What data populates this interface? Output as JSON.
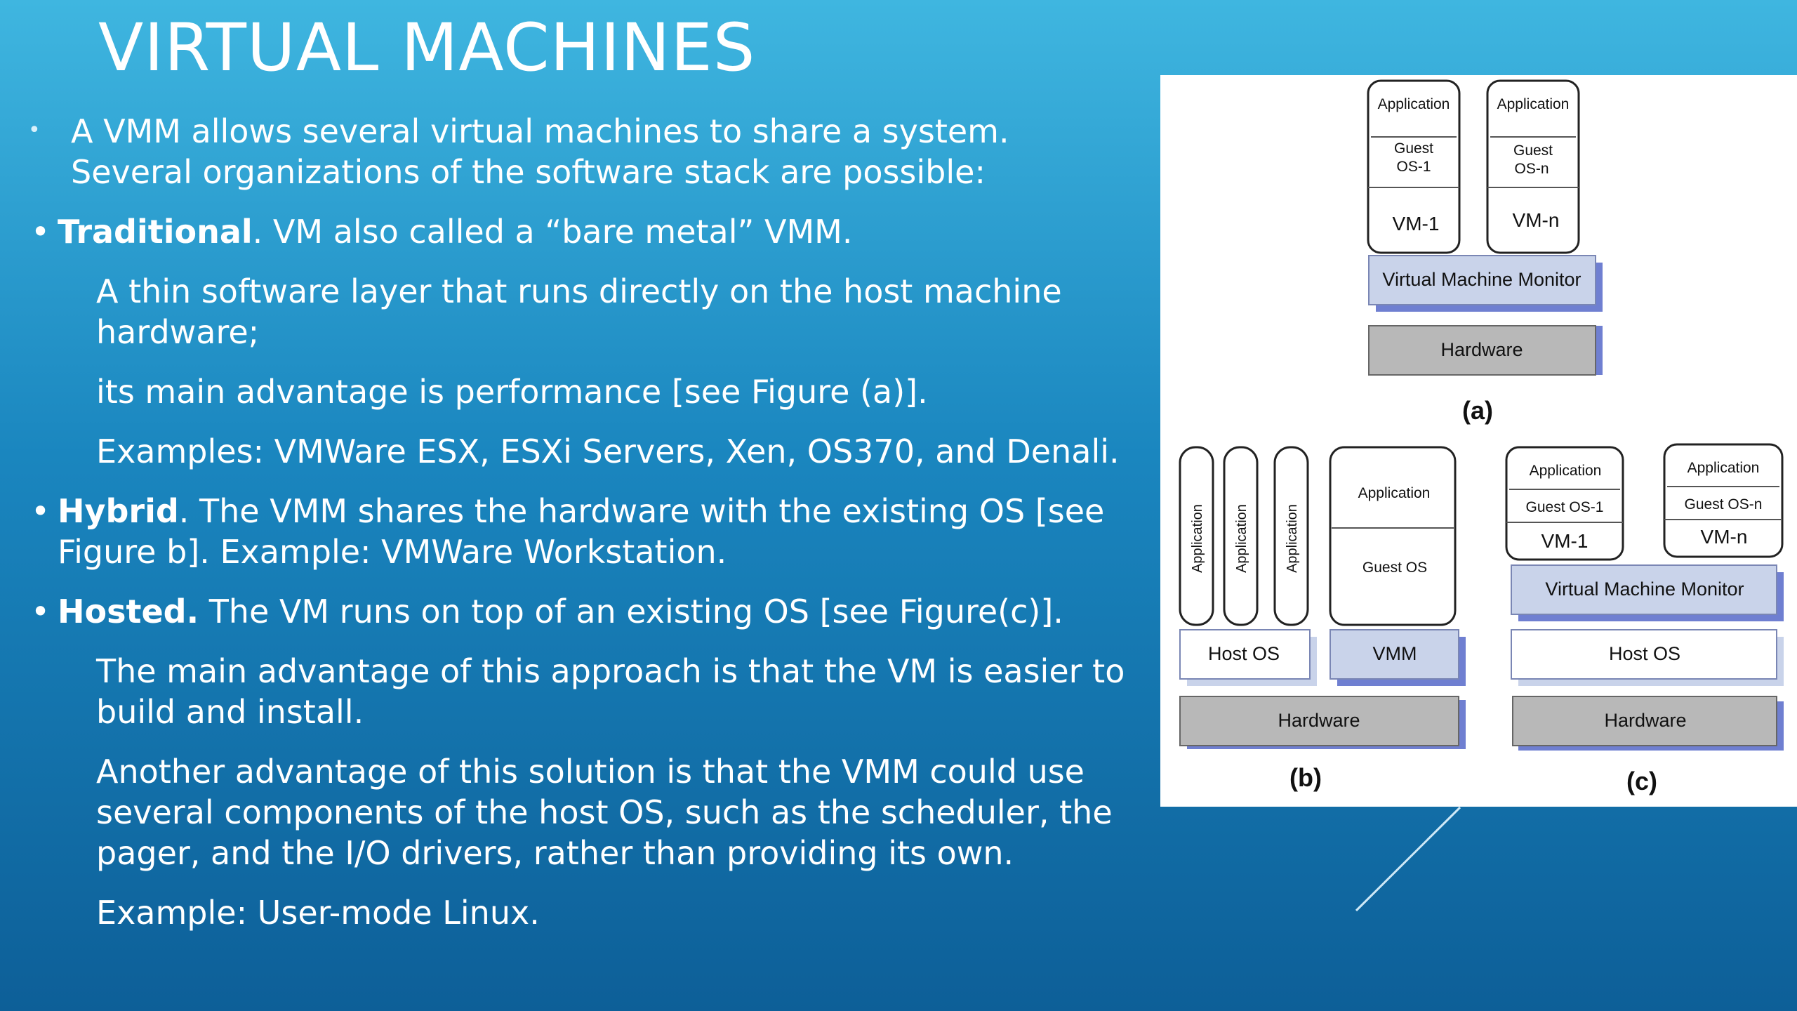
{
  "slide": {
    "title": "VIRTUAL MACHINES"
  },
  "body": {
    "intro": "A VMM allows several virtual machines to share a system. Several organizations of the software stack are possible:",
    "traditional": {
      "label": "Traditional",
      "text": ". VM also called a “bare metal” VMM.",
      "detail_1": "A thin software layer that runs directly on the host machine hardware;",
      "detail_2": "its main advantage is performance [see Figure (a)].",
      "examples": "Examples: VMWare ESX, ESXi Servers, Xen, OS370, and Denali."
    },
    "hybrid": {
      "label": "Hybrid",
      "text": ". The VMM shares the hardware with the existing OS [see Figure b]. Example: VMWare Workstation."
    },
    "hosted": {
      "label": "Hosted.",
      "text": " The VM runs on top of an existing OS [see Figure(c)].",
      "detail_1": "The main advantage of this approach is that the VM is easier to build and install.",
      "detail_2": "Another advantage of this solution is that the VMM could use several components of the host OS, such as the scheduler, the pager, and the I/O drivers, rather than providing its own.",
      "example": "Example: User-mode Linux."
    }
  },
  "figure": {
    "a": {
      "caption": "(a)",
      "vm1": {
        "app": "Application",
        "guest_line1": "Guest",
        "guest_line2": "OS-1",
        "vm": "VM-1"
      },
      "vmn": {
        "app": "Application",
        "guest_line1": "Guest",
        "guest_line2": "OS-n",
        "vm": "VM-n"
      },
      "vmm": "Virtual Machine Monitor",
      "hardware": "Hardware"
    },
    "b": {
      "caption": "(b)",
      "app_1": "Application",
      "app_2": "Application",
      "app_3": "Application",
      "guest_app": "Application",
      "guest_os": "Guest OS",
      "host_os": "Host OS",
      "vmm": "VMM",
      "hardware": "Hardware"
    },
    "c": {
      "caption": "(c)",
      "vm1": {
        "app": "Application",
        "guest": "Guest OS-1",
        "vm": "VM-1"
      },
      "vmn": {
        "app": "Application",
        "guest": "Guest OS-n",
        "vm": "VM-n"
      },
      "vmm": "Virtual Machine Monitor",
      "host_os": "Host OS",
      "hardware": "Hardware"
    }
  },
  "colors": {
    "background_top": "#3fb6e0",
    "background_bottom": "#0d5f98",
    "hardware_box": "#b8b8b8",
    "vmm_box": "#c9d3ea",
    "shadow": "#6f7fd1"
  }
}
